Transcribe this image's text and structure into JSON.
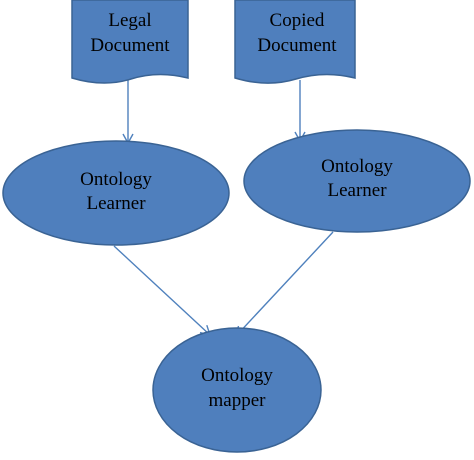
{
  "colors": {
    "node_fill": "#4f7fbd",
    "node_stroke": "#3a6394",
    "connector": "#4f81bd",
    "text": "#000000"
  },
  "nodes": {
    "legal_document": {
      "line1": "Legal",
      "line2": "Document",
      "shape": "document"
    },
    "copied_document": {
      "line1": "Copied",
      "line2": "Document",
      "shape": "document"
    },
    "ontology_learner_left": {
      "line1": "Ontology",
      "line2": "Learner",
      "shape": "ellipse"
    },
    "ontology_learner_right": {
      "line1": "Ontology",
      "line2": "Learner",
      "shape": "ellipse"
    },
    "ontology_mapper": {
      "line1": "Ontology",
      "line2": "mapper",
      "shape": "ellipse"
    }
  },
  "edges": [
    {
      "from": "legal_document",
      "to": "ontology_learner_left"
    },
    {
      "from": "copied_document",
      "to": "ontology_learner_right"
    },
    {
      "from": "ontology_learner_left",
      "to": "ontology_mapper"
    },
    {
      "from": "ontology_learner_right",
      "to": "ontology_mapper"
    }
  ]
}
